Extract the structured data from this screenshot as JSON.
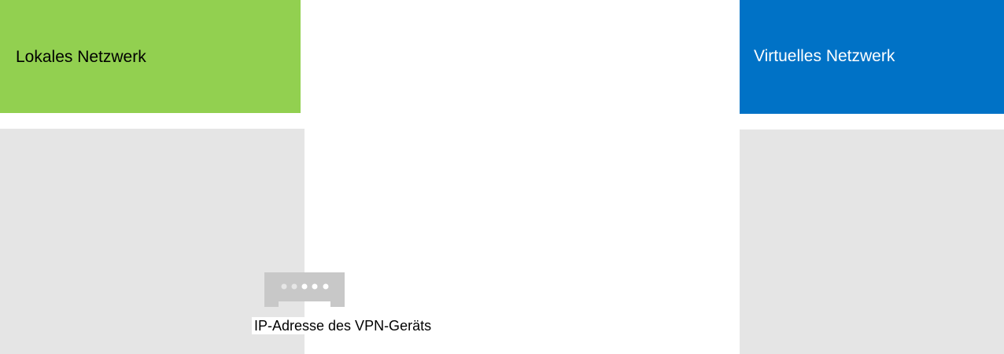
{
  "local_network": {
    "label": "Lokales Netzwerk",
    "header_color": "#92d050",
    "area_color": "#e5e5e5"
  },
  "virtual_network": {
    "label": "Virtuelles Netzwerk",
    "header_color": "#0072c6",
    "area_color": "#e5e5e5"
  },
  "vpn_device": {
    "icon": "vpn-device-icon",
    "label": "IP-Adresse des VPN-Geräts",
    "color": "#c8c8c8"
  }
}
